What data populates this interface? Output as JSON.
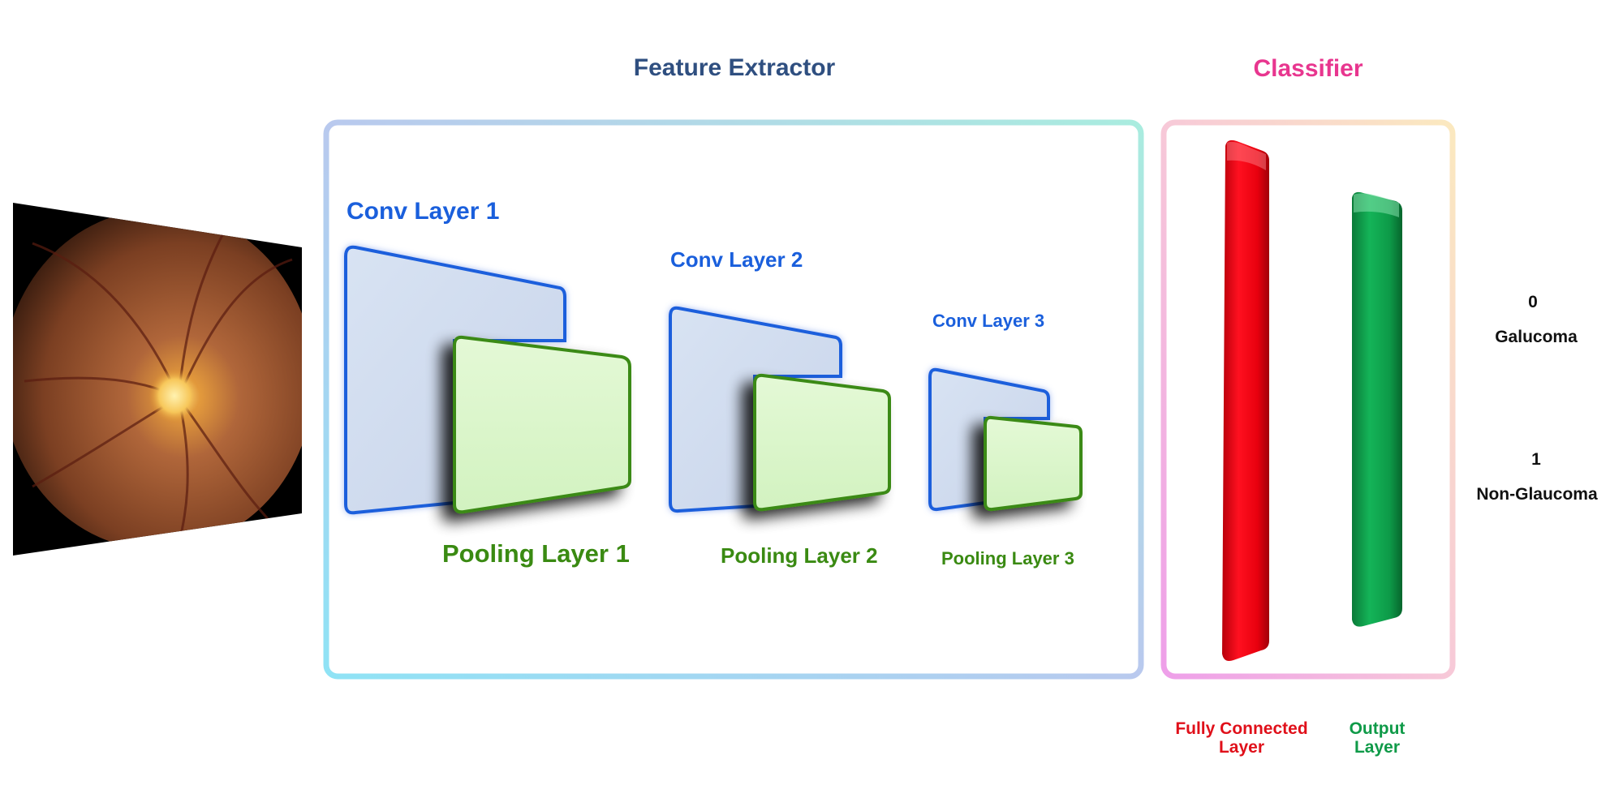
{
  "sections": {
    "feature_extractor_title": "Feature Extractor",
    "classifier_title": "Classifier"
  },
  "layers": {
    "conv1": "Conv Layer 1",
    "conv2": "Conv Layer 2",
    "conv3": "Conv Layer 3",
    "pool1": "Pooling Layer 1",
    "pool2": "Pooling Layer 2",
    "pool3": "Pooling Layer 3",
    "fc_line1": "Fully Connected",
    "fc_line2": "Layer",
    "out_line1": "Output",
    "out_line2": "Layer"
  },
  "outputs": {
    "class0_value": "0",
    "class0_label": "Galucoma",
    "class1_value": "1",
    "class1_label": "Non-Glaucoma"
  },
  "colors": {
    "feature_title": "#2f4f80",
    "classifier_title": "#e8368f",
    "conv": "#1a5fdc",
    "pool": "#3a8a12",
    "fc": "#e0101a",
    "output": "#0f9a48"
  }
}
